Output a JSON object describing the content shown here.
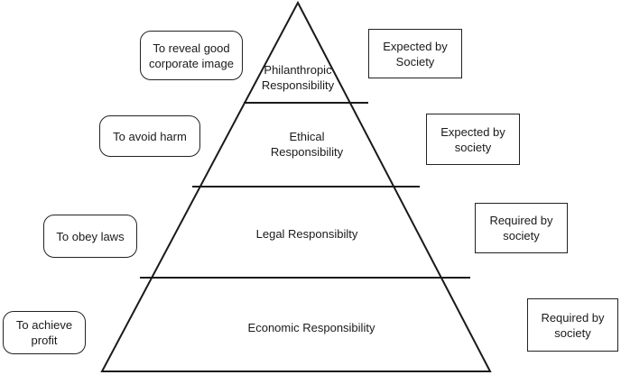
{
  "tiers": [
    {
      "name": "Philanthropic\nResponsibility"
    },
    {
      "name": "Ethical\nResponsibility"
    },
    {
      "name": "Legal Responsibilty"
    },
    {
      "name": "Economic Responsibility"
    }
  ],
  "purposes": [
    {
      "text": "To reveal good\ncorporate image"
    },
    {
      "text": "To avoid harm"
    },
    {
      "text": "To obey laws"
    },
    {
      "text": "To achieve\nprofit"
    }
  ],
  "expectations": [
    {
      "text": "Expected by\nSociety"
    },
    {
      "text": "Expected by\nsociety"
    },
    {
      "text": "Required by\nsociety"
    },
    {
      "text": "Required by\nsociety"
    }
  ]
}
